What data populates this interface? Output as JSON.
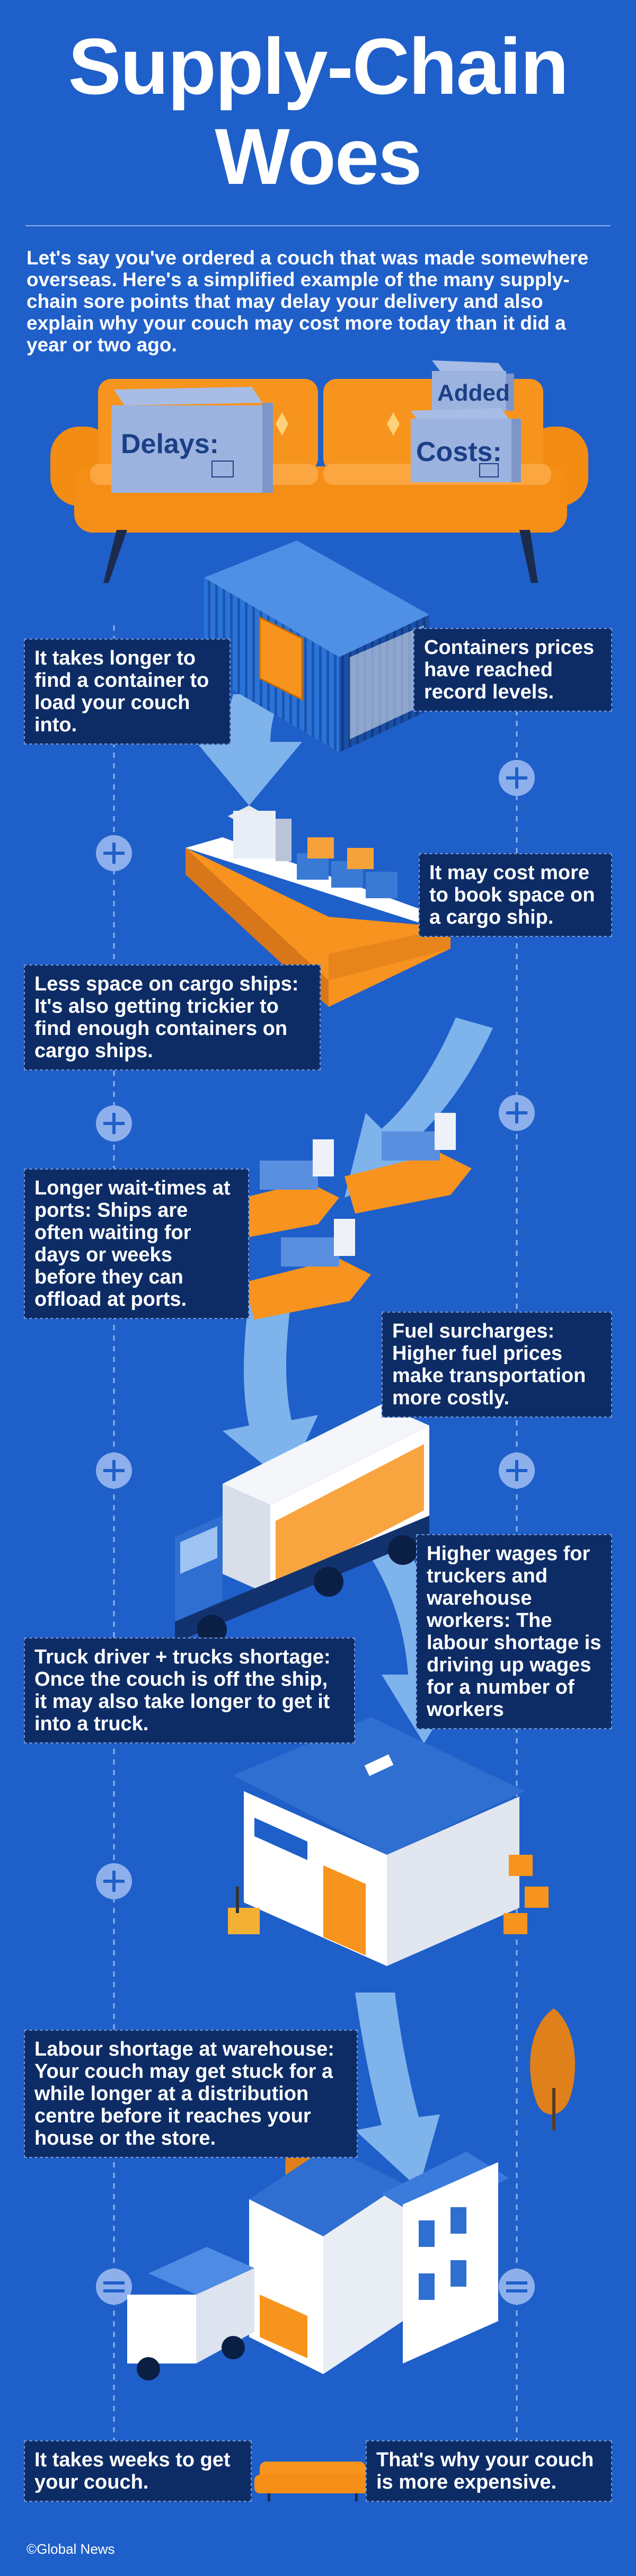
{
  "title_line1": "Supply-Chain",
  "title_line2": "Woes",
  "intro": "Let's say you've ordered a couch that was made somewhere overseas. Here's a simplified example of the many supply-chain sore points that may delay your delivery and also explain why your couch may cost more today than it did a year or two ago.",
  "boxes": {
    "delays": "Delays:",
    "added": "Added",
    "costs": "Costs:"
  },
  "labels": {
    "container_time": "It takes longer to find a container to load your couch into.",
    "container_prices": "Containers prices have reached record levels.",
    "ship_cost": "It may cost more to book space on a cargo ship.",
    "less_space": "Less space on cargo ships: It's also getting trickier to find enough containers on cargo ships.",
    "port_waits": "Longer wait-times at ports: Ships are often waiting for days or weeks before they can offload at ports.",
    "fuel": "Fuel surcharges: Higher fuel prices make transportation more costly.",
    "wages": "Higher wages for truckers and warehouse workers: The labour shortage is driving up wages for a number of workers",
    "truck_shortage": "Truck driver + trucks shortage: Once the couch is off the ship, it may also take longer to get it into a truck.",
    "warehouse": "Labour shortage at warehouse: Your couch may get stuck for a while longer at a distribution centre before it reaches your house or the store.",
    "weeks": "It takes weeks to get your couch.",
    "expensive": "That's why your couch is more expensive."
  },
  "footer": "©Global News",
  "colors": {
    "background": "#1f5fc9",
    "label_bg": "#0d2c66",
    "couch": "#f7941d",
    "ship_hull": "#f7931e",
    "container": "#2a74d8"
  }
}
